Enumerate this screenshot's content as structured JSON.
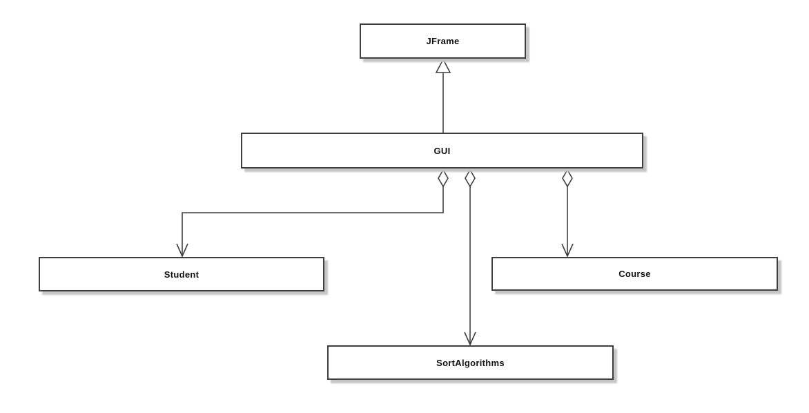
{
  "diagram": {
    "type": "uml-class-diagram",
    "background_color": "#ffffff",
    "box_fill_color": "#ffffff",
    "box_border_color": "#3f3f3f",
    "box_shadow_color": "#c6c6c6",
    "text_color": "#111111",
    "line_color": "#3f3f3f",
    "classes": [
      {
        "id": "jframe",
        "label": "JFrame"
      },
      {
        "id": "gui",
        "label": "GUI"
      },
      {
        "id": "student",
        "label": "Student"
      },
      {
        "id": "course",
        "label": "Course"
      },
      {
        "id": "sortalgorithms",
        "label": "SortAlgorithms"
      }
    ],
    "relationships": [
      {
        "from": "GUI",
        "to": "JFrame",
        "type": "generalization",
        "marker": "hollow-triangle"
      },
      {
        "from": "GUI",
        "to": "Student",
        "type": "aggregation",
        "marker": "hollow-diamond-and-open-arrow"
      },
      {
        "from": "GUI",
        "to": "SortAlgorithms",
        "type": "aggregation",
        "marker": "hollow-diamond-and-open-arrow"
      },
      {
        "from": "GUI",
        "to": "Course",
        "type": "aggregation",
        "marker": "hollow-diamond-and-open-arrow"
      }
    ]
  }
}
